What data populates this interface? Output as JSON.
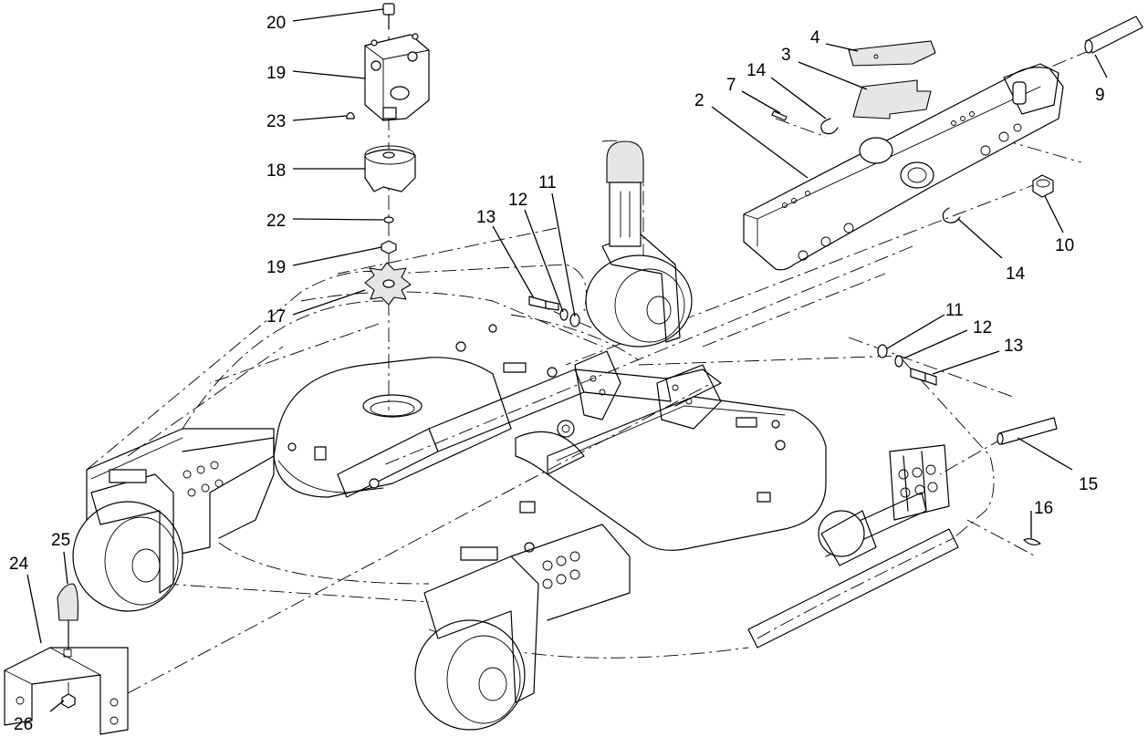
{
  "callouts": [
    {
      "id": "c20",
      "label": "20"
    },
    {
      "id": "c19a",
      "label": "19"
    },
    {
      "id": "c23",
      "label": "23"
    },
    {
      "id": "c18",
      "label": "18"
    },
    {
      "id": "c22",
      "label": "22"
    },
    {
      "id": "c19b",
      "label": "19"
    },
    {
      "id": "c17",
      "label": "17"
    },
    {
      "id": "c13a",
      "label": "13"
    },
    {
      "id": "c12a",
      "label": "12"
    },
    {
      "id": "c11a",
      "label": "11"
    },
    {
      "id": "c4",
      "label": "4"
    },
    {
      "id": "c3",
      "label": "3"
    },
    {
      "id": "c14a",
      "label": "14"
    },
    {
      "id": "c7",
      "label": "7"
    },
    {
      "id": "c2",
      "label": "2"
    },
    {
      "id": "c9",
      "label": "9"
    },
    {
      "id": "c10",
      "label": "10"
    },
    {
      "id": "c14b",
      "label": "14"
    },
    {
      "id": "c11b",
      "label": "11"
    },
    {
      "id": "c12b",
      "label": "12"
    },
    {
      "id": "c13b",
      "label": "13"
    },
    {
      "id": "c15",
      "label": "15"
    },
    {
      "id": "c16",
      "label": "16"
    },
    {
      "id": "c25",
      "label": "25"
    },
    {
      "id": "c24",
      "label": "24"
    },
    {
      "id": "c26",
      "label": "26"
    }
  ]
}
